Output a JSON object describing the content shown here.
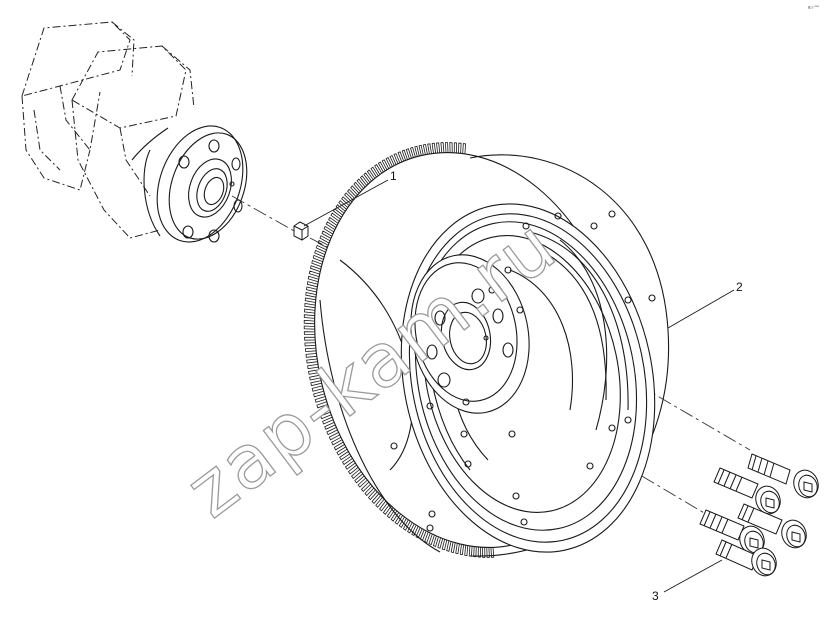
{
  "callouts": {
    "part1": "1",
    "part2": "2",
    "part3": "3"
  },
  "watermark": "zap-kam.ru",
  "corner_note": "g₂₀ ᵒᵒᵒ",
  "colors": {
    "line": "#1a1a1a",
    "watermark_stroke": "#9a9a9a",
    "background": "#ffffff"
  }
}
